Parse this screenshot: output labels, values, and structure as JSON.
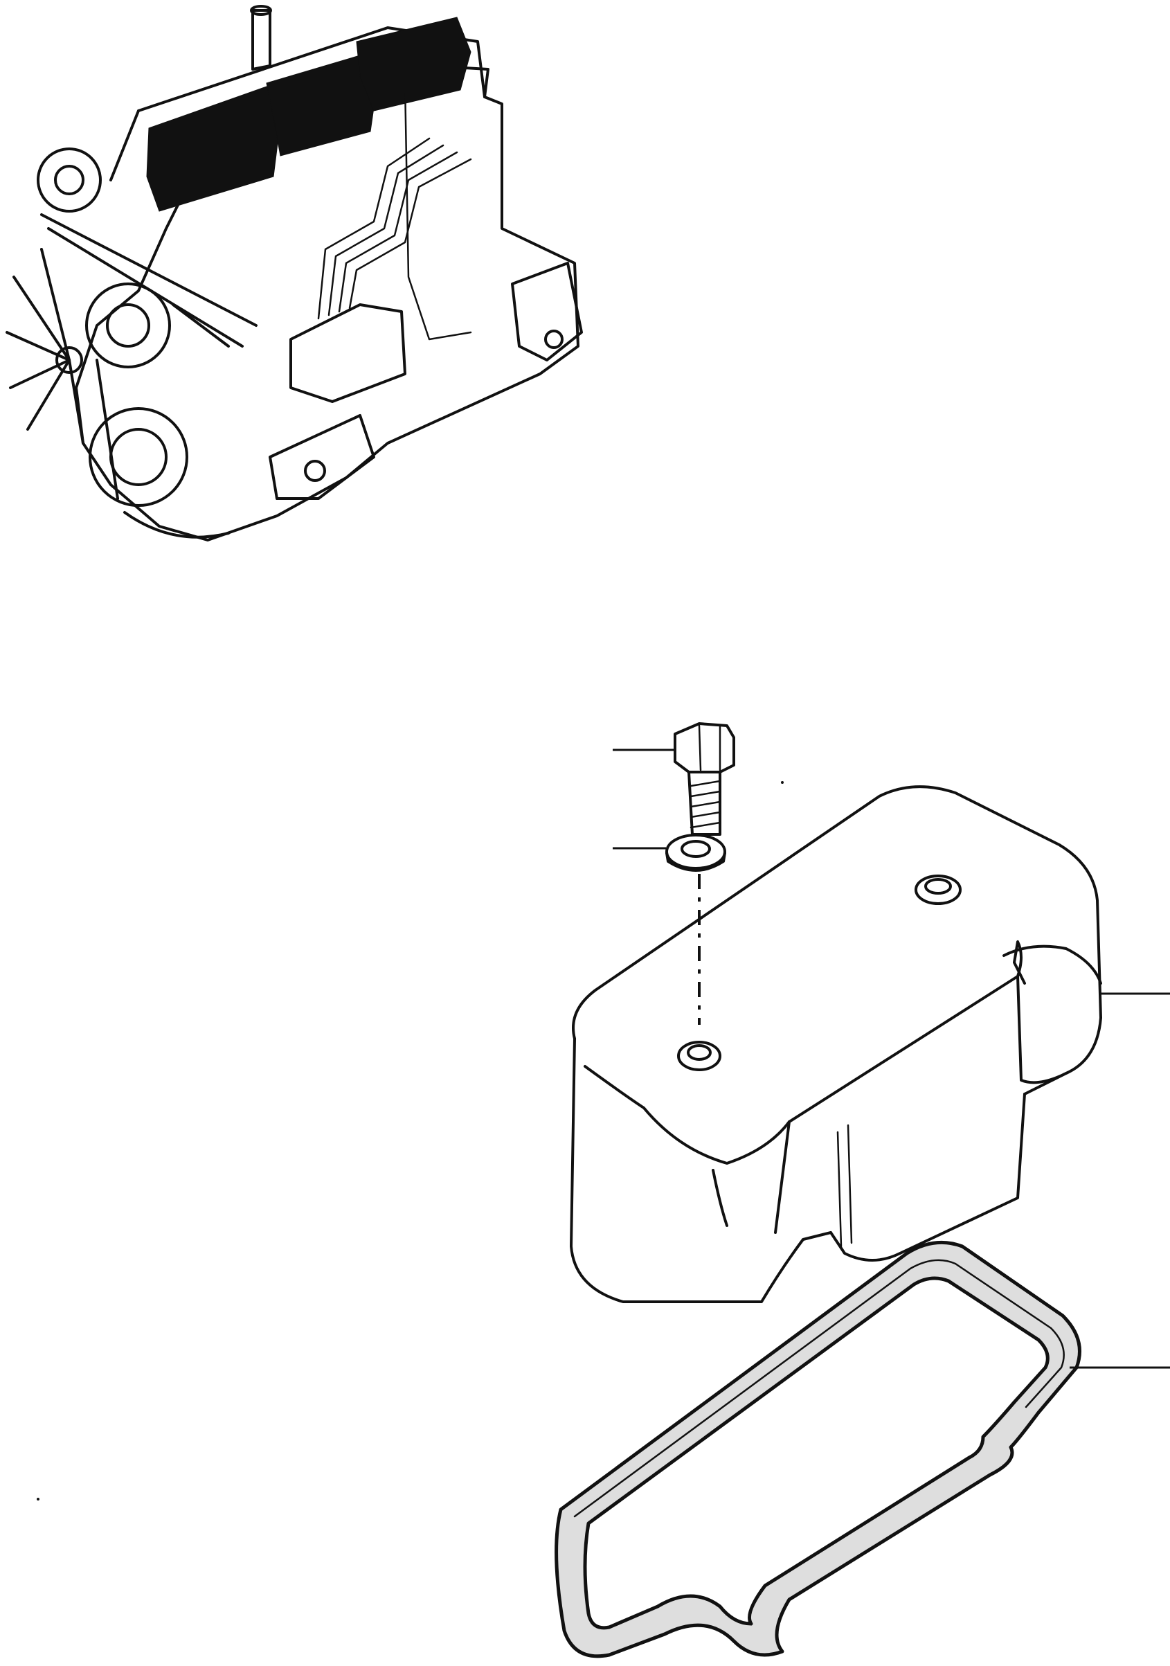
{
  "colors": {
    "ink": "#111111",
    "paper": "#ffffff",
    "gasket_fill": "#dedede"
  },
  "figure": {
    "engine_overview": {
      "icon": "engine-assembly-illustration",
      "highlight": "valve-cover-location"
    },
    "exploded_view": {
      "parts": [
        {
          "id": "bolt",
          "icon": "hex-bolt-icon"
        },
        {
          "id": "washer",
          "icon": "washer-icon"
        },
        {
          "id": "valve_cover",
          "icon": "valve-cover-icon"
        },
        {
          "id": "gasket",
          "icon": "gasket-icon"
        }
      ]
    }
  }
}
